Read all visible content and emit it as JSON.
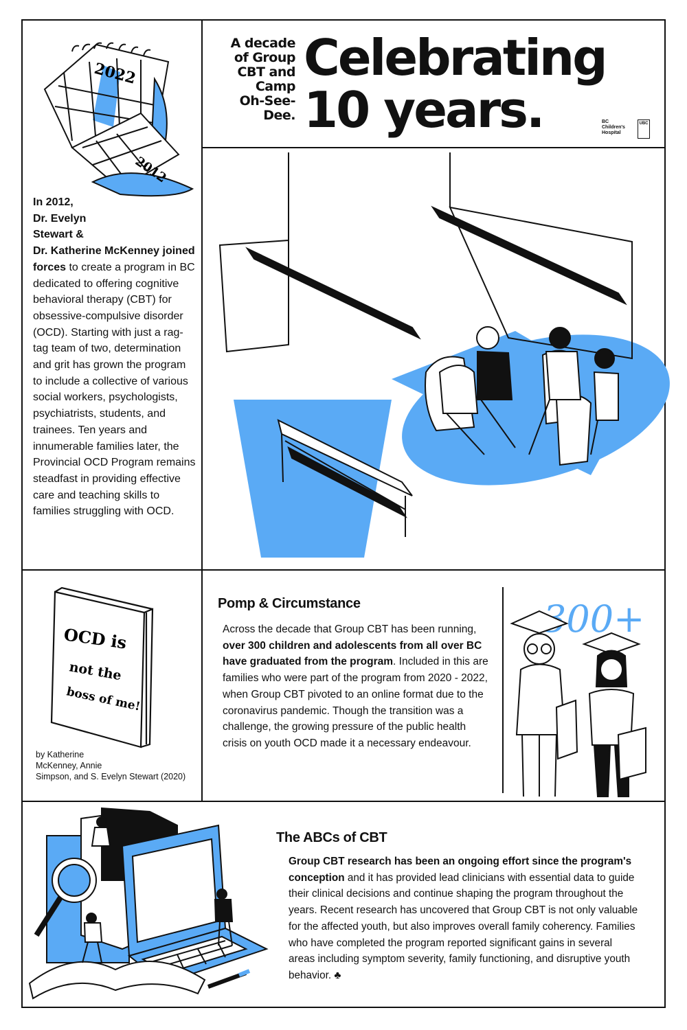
{
  "header": {
    "subtitle_lines": [
      "A decade",
      "of Group",
      "CBT and",
      "Camp",
      "Oh-See-",
      "Dee."
    ],
    "title_line1": "Celebrating",
    "title_line2": "10 years.",
    "logo_bc_lines": [
      "BC",
      "Children's",
      "Hospital"
    ],
    "logo_ubc": "UBC"
  },
  "intro": {
    "bold_lines": [
      "In 2012,",
      "Dr. Evelyn",
      "Stewart &",
      "Dr. Katherine McKenney joined",
      "forces"
    ],
    "body": " to create a program in BC dedicated to offering cognitive behavioral therapy (CBT) for obsessive-compulsive disorder (OCD). Starting with just a rag-tag team of two, determination and grit has grown the program to include a collective of various social workers, psychologists, psychiatrists, students, and trainees. Ten years and innumerable families later, the Provincial OCD Program remains steadfast in providing effective care and teaching skills to families struggling with OCD."
  },
  "calendar": {
    "year_top": "2022",
    "year_bottom": "2012"
  },
  "book": {
    "title_lines": [
      "OCD is",
      "not the",
      "boss of me!"
    ],
    "caption_lines": [
      "by Katherine",
      "McKenney, Annie",
      "Simpson, and S. Evelyn Stewart (2020)"
    ]
  },
  "pomp": {
    "heading": "Pomp & Circumstance",
    "p1": "Across the decade that Group CBT has been running, ",
    "p_bold": "over 300 children and adolescents from all over BC have graduated from the program",
    "p2": ". Included in this are families who were part of the program from 2020 - 2022, when Group CBT pivoted to an online format due to the coronavirus pandemic. Though the transition was a challenge, the growing pressure of the public health crisis on youth OCD made it a necessary endeavour.",
    "badge": "300+"
  },
  "abc": {
    "heading": "The ABCs of CBT",
    "p_bold": "Group CBT research has been an ongoing effort since the program's conception",
    "p_rest": " and it has provided lead clinicians with essential data to guide their clinical decisions and continue shaping the program throughout the years. Recent research has uncovered that Group CBT is not only valuable for the affected youth, but also improves overall family coherency. Families who have completed the program reported significant gains in several areas including symptom severity, family functioning, and disruptive youth behavior.",
    "end_mark": " ♣"
  },
  "colors": {
    "accent": "#5aaaf5",
    "ink": "#111111"
  }
}
